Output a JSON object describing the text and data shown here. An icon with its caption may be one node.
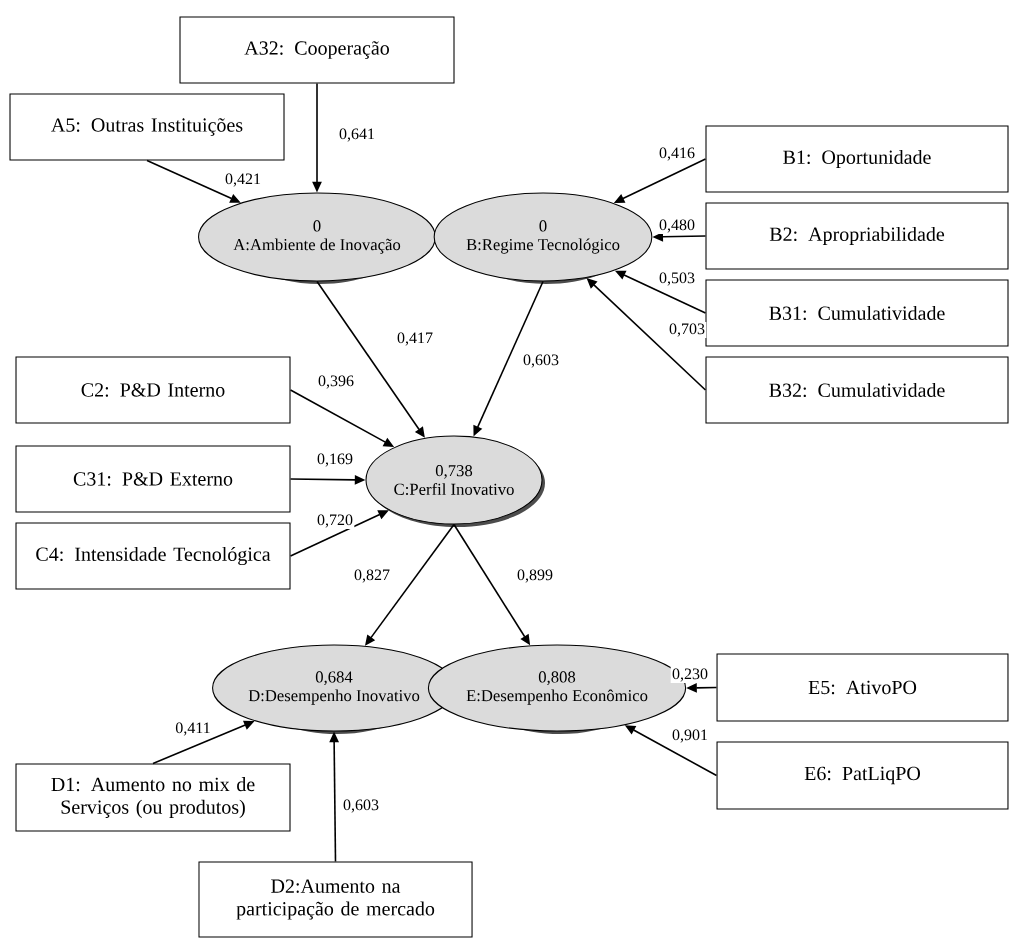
{
  "diagram": {
    "nodes": [
      {
        "text": [
          "A32: Cooperação"
        ]
      },
      {
        "text": [
          "A5: Outras Instituições"
        ]
      },
      {
        "text": [
          "B1: Oportunidade"
        ]
      },
      {
        "text": [
          "0",
          "A:Ambiente de Inovação"
        ]
      },
      {
        "text": [
          "0",
          "B:Regime Tecnológico"
        ]
      },
      {
        "text": [
          "B2: Apropriabilidade"
        ]
      },
      {
        "text": [
          "B31: Cumulatividade"
        ]
      },
      {
        "text": [
          "B32: Cumulatividade"
        ]
      },
      {
        "text": [
          "C2: P&D Interno"
        ]
      },
      {
        "text": [
          "0,738",
          "C:Perfil Inovativo"
        ]
      },
      {
        "text": [
          "C31: P&D Externo"
        ]
      },
      {
        "text": [
          "C4: Intensidade Tecnológica"
        ]
      },
      {
        "text": [
          "0,684",
          "D:Desempenho Inovativo"
        ]
      },
      {
        "text": [
          "0,808",
          "E:Desempenho Econômico"
        ]
      },
      {
        "text": [
          "E5: AtivoPO"
        ]
      },
      {
        "text": [
          "E6: PatLiqPO"
        ]
      },
      {
        "text": [
          "D1: Aumento no mix de Serviços (ou produtos)"
        ]
      },
      {
        "text": [
          "D2:Aumento na participação de mercado"
        ]
      }
    ],
    "edges": [
      {
        "from": 0,
        "to": 3,
        "arrow": "to",
        "label": "0,641"
      },
      {
        "from": 1,
        "to": 3,
        "arrow": "to",
        "label": "0,421"
      },
      {
        "from": 2,
        "to": 4,
        "arrow": "to",
        "label": "0,416"
      },
      {
        "from": 5,
        "to": 4,
        "arrow": "to",
        "label": "0,480"
      },
      {
        "from": 6,
        "to": 4,
        "arrow": "to",
        "label": "0,503"
      },
      {
        "from": 7,
        "to": 4,
        "arrow": "to",
        "label": "0,703"
      },
      {
        "from": 3,
        "to": 9,
        "arrow": "to",
        "label": "0,417"
      },
      {
        "from": 4,
        "to": 9,
        "arrow": "to",
        "label": "0,603"
      },
      {
        "from": 8,
        "to": 9,
        "arrow": "to",
        "label": "0,396"
      },
      {
        "from": 10,
        "to": 9,
        "arrow": "to",
        "label": "0,169"
      },
      {
        "from": 11,
        "to": 9,
        "arrow": "to",
        "label": "0,720"
      },
      {
        "from": 9,
        "to": 12,
        "arrow": "to",
        "label": "0,827"
      },
      {
        "from": 9,
        "to": 13,
        "arrow": "to",
        "label": "0,899"
      },
      {
        "from": 14,
        "to": 13,
        "arrow": "to",
        "label": "0,230"
      },
      {
        "from": 15,
        "to": 13,
        "arrow": "to",
        "label": "0,901"
      },
      {
        "from": 16,
        "to": 12,
        "arrow": "to",
        "label": "0,411"
      },
      {
        "from": 17,
        "to": 12,
        "arrow": "to",
        "label": "0,603"
      }
    ]
  }
}
